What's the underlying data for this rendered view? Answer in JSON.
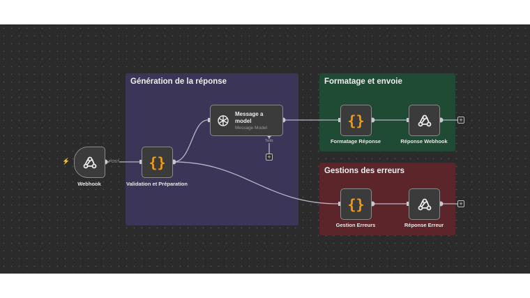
{
  "groups": [
    {
      "title": "Génération de la réponse",
      "color": "#3b3558"
    },
    {
      "title": "Formatage et envoie",
      "color": "#1f4a33"
    },
    {
      "title": "Gestions des erreurs",
      "color": "#5c2529"
    }
  ],
  "nodes": {
    "webhook": {
      "label": "Webhook",
      "icon": "webhook-icon"
    },
    "validation": {
      "label": "Validation et Préparation",
      "icon": "code-braces-icon",
      "glyph": "{}"
    },
    "message": {
      "title": "Message a model",
      "subtitle": "Message Model",
      "icon": "openai-icon",
      "tools_label": "Tools"
    },
    "formatage": {
      "label": "Formatage Réponse",
      "icon": "code-braces-icon",
      "glyph": "{}"
    },
    "reponse_webhook": {
      "label": "Réponse Webhook",
      "icon": "webhook-icon"
    },
    "gestion": {
      "label": "Gestion Erreurs",
      "icon": "code-braces-icon",
      "glyph": "{}"
    },
    "reponse_erreur": {
      "label": "Réponse Erreur",
      "icon": "webhook-icon"
    }
  },
  "edges": {
    "post_label": "POST"
  },
  "plus_label": "+",
  "trigger_icon": "⚡"
}
